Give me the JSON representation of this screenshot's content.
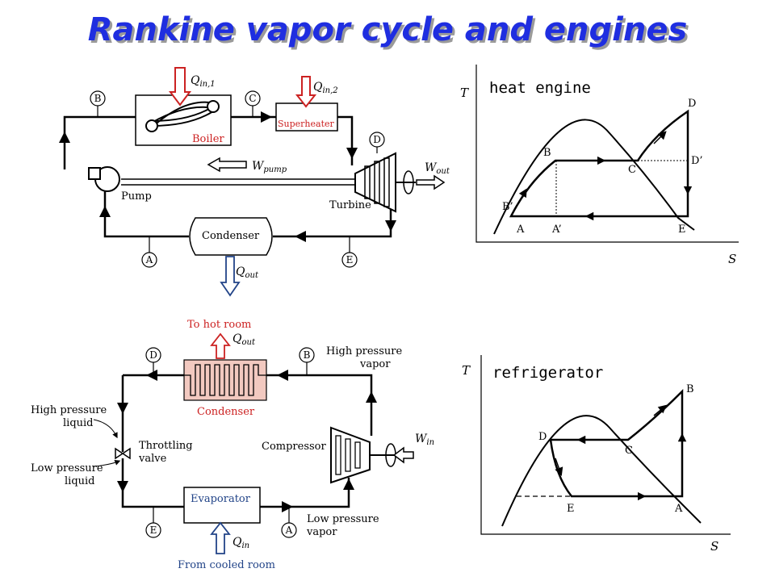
{
  "title": "Rankine vapor cycle and engines",
  "colors": {
    "title": "#1f2ee0",
    "heat_in": "#cc2222",
    "heat_out": "#224488",
    "condenser_fill": "#f2c9c0"
  },
  "top_schematic": {
    "state_labels": {
      "b": "B",
      "c": "C",
      "d": "D",
      "a": "A",
      "e": "E"
    },
    "q_in_1": "Q",
    "q_in_1_sub": "in,1",
    "q_in_2": "Q",
    "q_in_2_sub": "in,2",
    "boiler": "Boiler",
    "superheater": "Superheater",
    "w_pump": "W",
    "w_pump_sub": "pump",
    "w_out": "W",
    "w_out_sub": "out",
    "pump": "Pump",
    "turbine": "Turbine",
    "condenser": "Condenser",
    "q_out": "Q",
    "q_out_sub": "out"
  },
  "heat_engine_plot": {
    "caption": "heat engine",
    "y_axis": "T",
    "x_axis": "S",
    "points": {
      "a": "A",
      "a_prime": "A’",
      "b": "B",
      "b_prime": "B’",
      "c": "C",
      "d": "D",
      "d_prime": "D’",
      "e": "E"
    }
  },
  "bottom_schematic": {
    "to_hot_room": "To hot room",
    "q_out": "Q",
    "q_out_sub": "out",
    "state_labels": {
      "d": "D",
      "b": "B",
      "e": "E",
      "a": "A"
    },
    "high_pressure_vapor_1": "High pressure",
    "high_pressure_vapor_2": "vapor",
    "condenser": "Condenser",
    "high_pressure_liquid_1": "High pressure",
    "high_pressure_liquid_2": "liquid",
    "throttling_1": "Throttling",
    "throttling_2": "valve",
    "compressor": "Compressor",
    "w_in": "W",
    "w_in_sub": "in",
    "low_pressure_liquid_1": "Low pressure",
    "low_pressure_liquid_2": "liquid",
    "evaporator": "Evaporator",
    "low_pressure_vapor_1": "Low pressure",
    "low_pressure_vapor_2": "vapor",
    "q_in": "Q",
    "q_in_sub": "in",
    "from_cooled_room": "From cooled room"
  },
  "refrigerator_plot": {
    "caption": "refrigerator",
    "y_axis": "T",
    "x_axis": "S",
    "points": {
      "a": "A",
      "b": "B",
      "c": "C",
      "d": "D",
      "e": "E"
    }
  }
}
